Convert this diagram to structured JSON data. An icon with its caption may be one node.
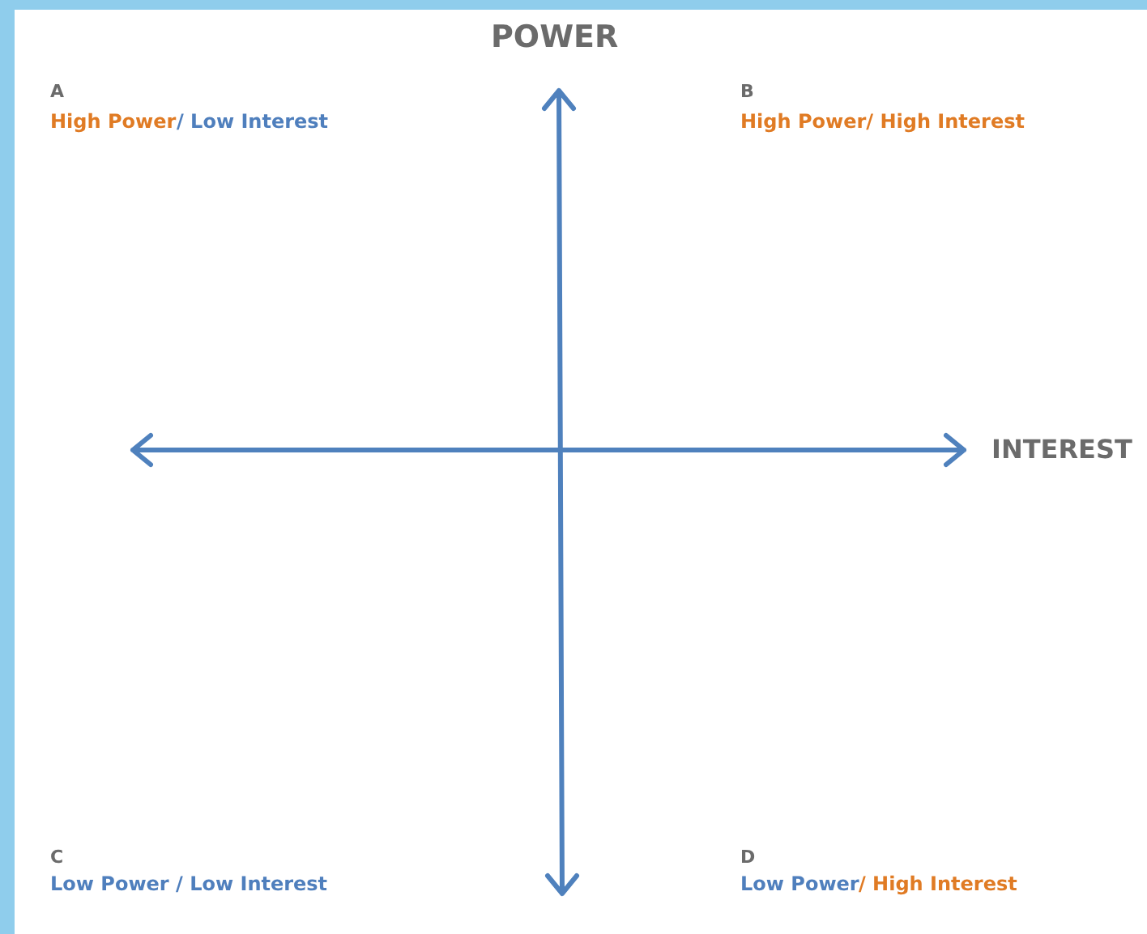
{
  "diagram": {
    "labels": [
      "POWER",
      "A",
      "High Power",
      "/ Low Interest",
      "B",
      "High Power/ High Interest",
      "INTEREST",
      "C",
      "Low Power / Low Interest",
      "D",
      "Low Power",
      "/ High Interest"
    ]
  }
}
